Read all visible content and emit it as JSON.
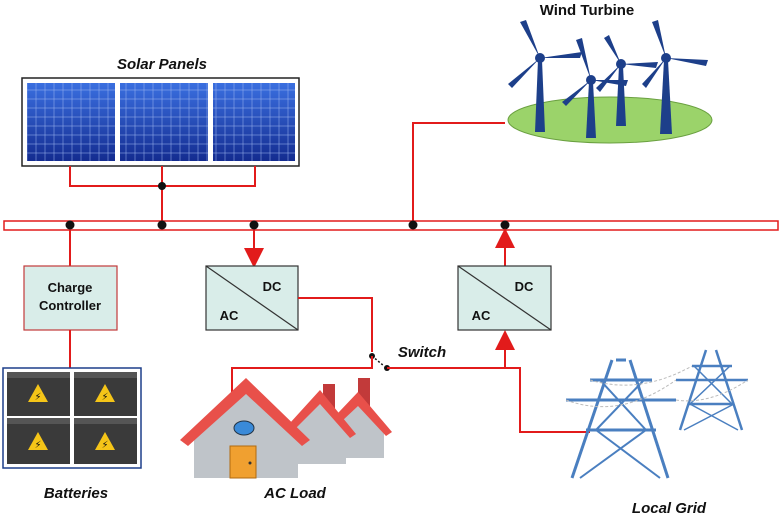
{
  "labels": {
    "solar_panels": "Solar Panels",
    "wind_turbine": "Wind Turbine",
    "charge_controller_line1": "Charge",
    "charge_controller_line2": "Controller",
    "converter_left_dc": "DC",
    "converter_left_ac": "AC",
    "converter_right_dc": "DC",
    "converter_right_ac": "AC",
    "switch": "Switch",
    "batteries": "Batteries",
    "ac_load": "AC Load",
    "local_grid": "Local Grid"
  },
  "colors": {
    "wire": "#e21b1b",
    "box_fill": "#d9ede9",
    "panel_blue": "#1c3fb8",
    "turbine": "#1d3f8a",
    "grass": "#9bd36a",
    "tower": "#4a7fc0",
    "roof": "#e8504a",
    "wall": "#bfc4c9",
    "door": "#f0a030",
    "battery_body": "#3a3a3a",
    "warning": "#f5c518"
  }
}
